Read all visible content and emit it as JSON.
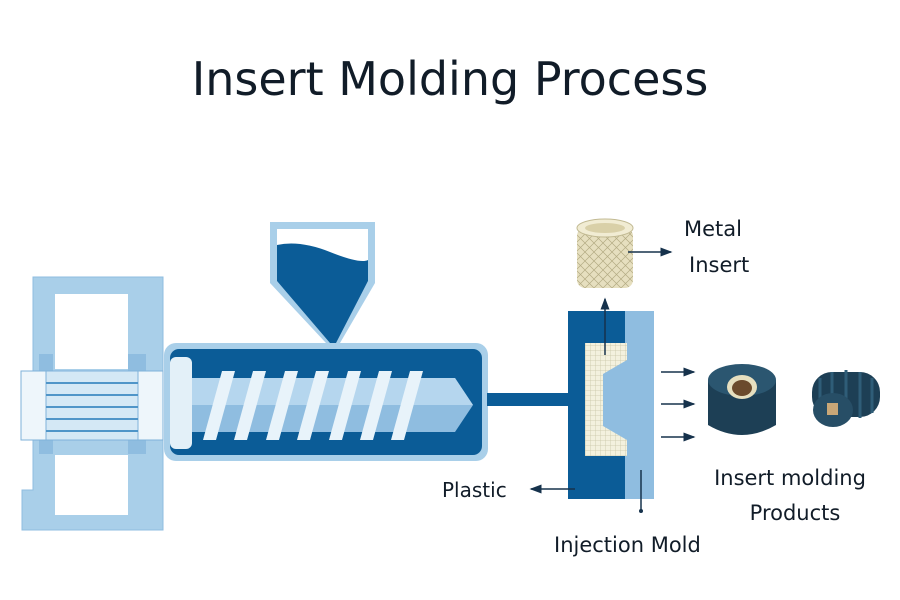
{
  "title": "Insert Molding Process",
  "labels": {
    "metal_insert_line1": "Metal",
    "metal_insert_line2": "Insert",
    "plastic": "Plastic",
    "injection_mold": "Injection Mold",
    "products_line1": "Insert molding",
    "products_line2": "Products"
  },
  "colors": {
    "dark_blue": "#0b5c97",
    "light_blue": "#a9cfe9",
    "pale_blue": "#d4e8f5",
    "text": "#111c28",
    "insert": "#e6dfbf"
  }
}
